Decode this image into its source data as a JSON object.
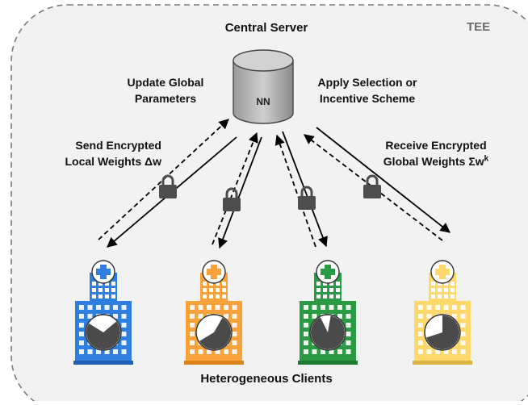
{
  "diagram": {
    "boundary_label": "TEE",
    "server_title": "Central Server",
    "server_node_label": "NN",
    "update_label_line1": "Update Global",
    "update_label_line2": "Parameters",
    "apply_label_line1": "Apply Selection or",
    "apply_label_line2": "Incentive Scheme",
    "send_label_line1": "Send Encrypted",
    "send_label_line2": "Local Weights Δw",
    "receive_label_line1": "Receive Encrypted",
    "receive_label_line2_base": "Global Weights Σw",
    "receive_label_line2_sup": "k",
    "clients_label": "Heterogeneous Clients"
  },
  "clients": [
    {
      "id": "client-1",
      "color": "#2f7fe0",
      "dark": "#1e5fb3",
      "cross": "#2f7fe0",
      "pie_fraction": 0.3
    },
    {
      "id": "client-2",
      "color": "#f7a23a",
      "dark": "#d9831a",
      "cross": "#f7a23a",
      "pie_fraction": 0.42
    },
    {
      "id": "client-3",
      "color": "#2a9a44",
      "dark": "#1e7a33",
      "cross": "#2a9a44",
      "pie_fraction": 0.1
    },
    {
      "id": "client-4",
      "color": "#ffd86b",
      "dark": "#d8b445",
      "cross": "#ffd86b",
      "pie_fraction": 0.3
    }
  ],
  "colors": {
    "boundary": "#7a7a7a",
    "background": "#f2f2f2",
    "arrow": "#000000",
    "lock": "#4d4d4d",
    "pie_dark": "#4a4a4a",
    "pie_light": "#ffffff",
    "cylinder_top": "#c8c8c8",
    "cylinder_body": "#b4b4b4"
  },
  "icons": {
    "lock": "lock-icon",
    "cross": "medical-cross-icon",
    "database": "database-icon",
    "pie": "pie-chart-icon"
  }
}
